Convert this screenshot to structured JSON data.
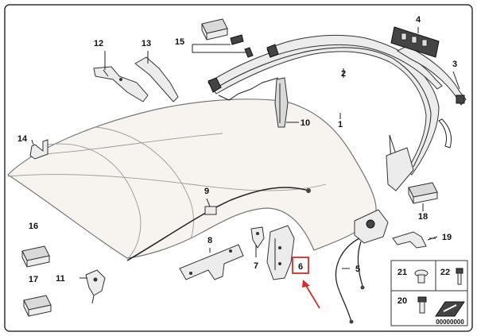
{
  "labels": {
    "p1": "1",
    "p2": "2",
    "p3": "3",
    "p4": "4",
    "p5": "5",
    "p6": "6",
    "p7": "7",
    "p8": "8",
    "p9": "9",
    "p10": "10",
    "p11": "11",
    "p12": "12",
    "p13": "13",
    "p14": "14",
    "p15": "15",
    "p16": "16",
    "p17": "17",
    "p18": "18",
    "p19": "19",
    "p20": "20",
    "p21": "21",
    "p22": "22"
  },
  "diagram_id": "00000000",
  "colors": {
    "highlight": "#d62c2c",
    "line": "#222222",
    "part_fill": "#d9d9d9",
    "roof_fill": "#f7f3ef"
  }
}
